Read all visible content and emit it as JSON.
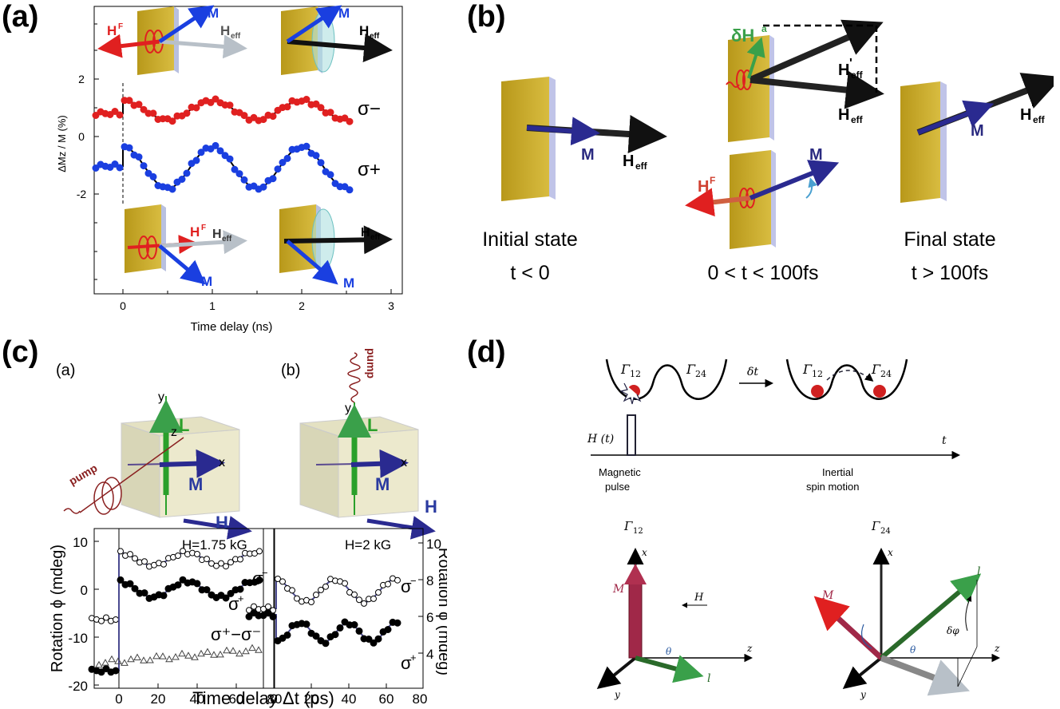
{
  "panel_labels": {
    "a": "(a)",
    "b": "(b)",
    "c": "(c)",
    "d": "(d)"
  },
  "panel_a": {
    "ylabel": "ΔMz / M (%)",
    "xlabel": "Time delay (ns)",
    "xticks": [
      "0",
      "1",
      "2",
      "3"
    ],
    "yticks": [
      "2",
      "0",
      "-2"
    ],
    "sigma_minus": "σ−",
    "sigma_plus": "σ+",
    "H_F": "H",
    "H_F_sup": "F",
    "H_eff": "H",
    "eff_sub": "eff",
    "M": "M"
  },
  "panel_b": {
    "initial_state": "Initial state",
    "initial_time": "t < 0",
    "mid_time": "0 < t < 100fs",
    "final_state": "Final state",
    "final_time": "t > 100fs",
    "M": "M",
    "H": "H",
    "eff_sub": "eff",
    "prime": "'",
    "delta_H": "δH",
    "delta_sup": "a",
    "H_F": "H",
    "H_F_sup": "F"
  },
  "panel_c": {
    "sub_a": "(a)",
    "sub_b": "(b)",
    "axis_y": "y",
    "axis_z": "z",
    "axis_x": "x",
    "L": "L",
    "M": "M",
    "H": "H",
    "pump": "pump",
    "H_left": "H=1.75 kG",
    "H_right": "H=2 kG",
    "ylabel_left": "Rotation ϕ (mdeg)",
    "ylabel_right": "Rotation ϕ (mdeg)",
    "xlabel": "Time delay Δt (ps)",
    "yticks_left": [
      "10",
      "0",
      "-10",
      "-20"
    ],
    "yticks_right": [
      "10",
      "8",
      "6",
      "4"
    ],
    "xticks_left": [
      "0",
      "20",
      "40",
      "60",
      "80"
    ],
    "xticks_right": [
      "0",
      "20",
      "40",
      "60",
      "80"
    ],
    "sigma": "σ",
    "minus": "−",
    "plus": "+",
    "diff_label": "σ⁺−σ⁻"
  },
  "panel_d": {
    "gamma12": "Γ",
    "sub12": "12",
    "sub24": "24",
    "delta_t": "δt",
    "H_t": "H (t)",
    "t": "t",
    "magnetic_pulse": [
      "Magnetic",
      "pulse"
    ],
    "inertial": [
      "Inertial",
      "spin motion"
    ],
    "x": "x",
    "y": "y",
    "z": "z",
    "M": "M",
    "H": "H",
    "l": "l",
    "theta": "θ",
    "delta_phi": "δφ"
  },
  "colors": {
    "red": "#e02020",
    "blue": "#1a3fe0",
    "black": "#000000",
    "gold": "#c8a828",
    "green": "#2aa02a",
    "navy": "#2a2a80"
  }
}
